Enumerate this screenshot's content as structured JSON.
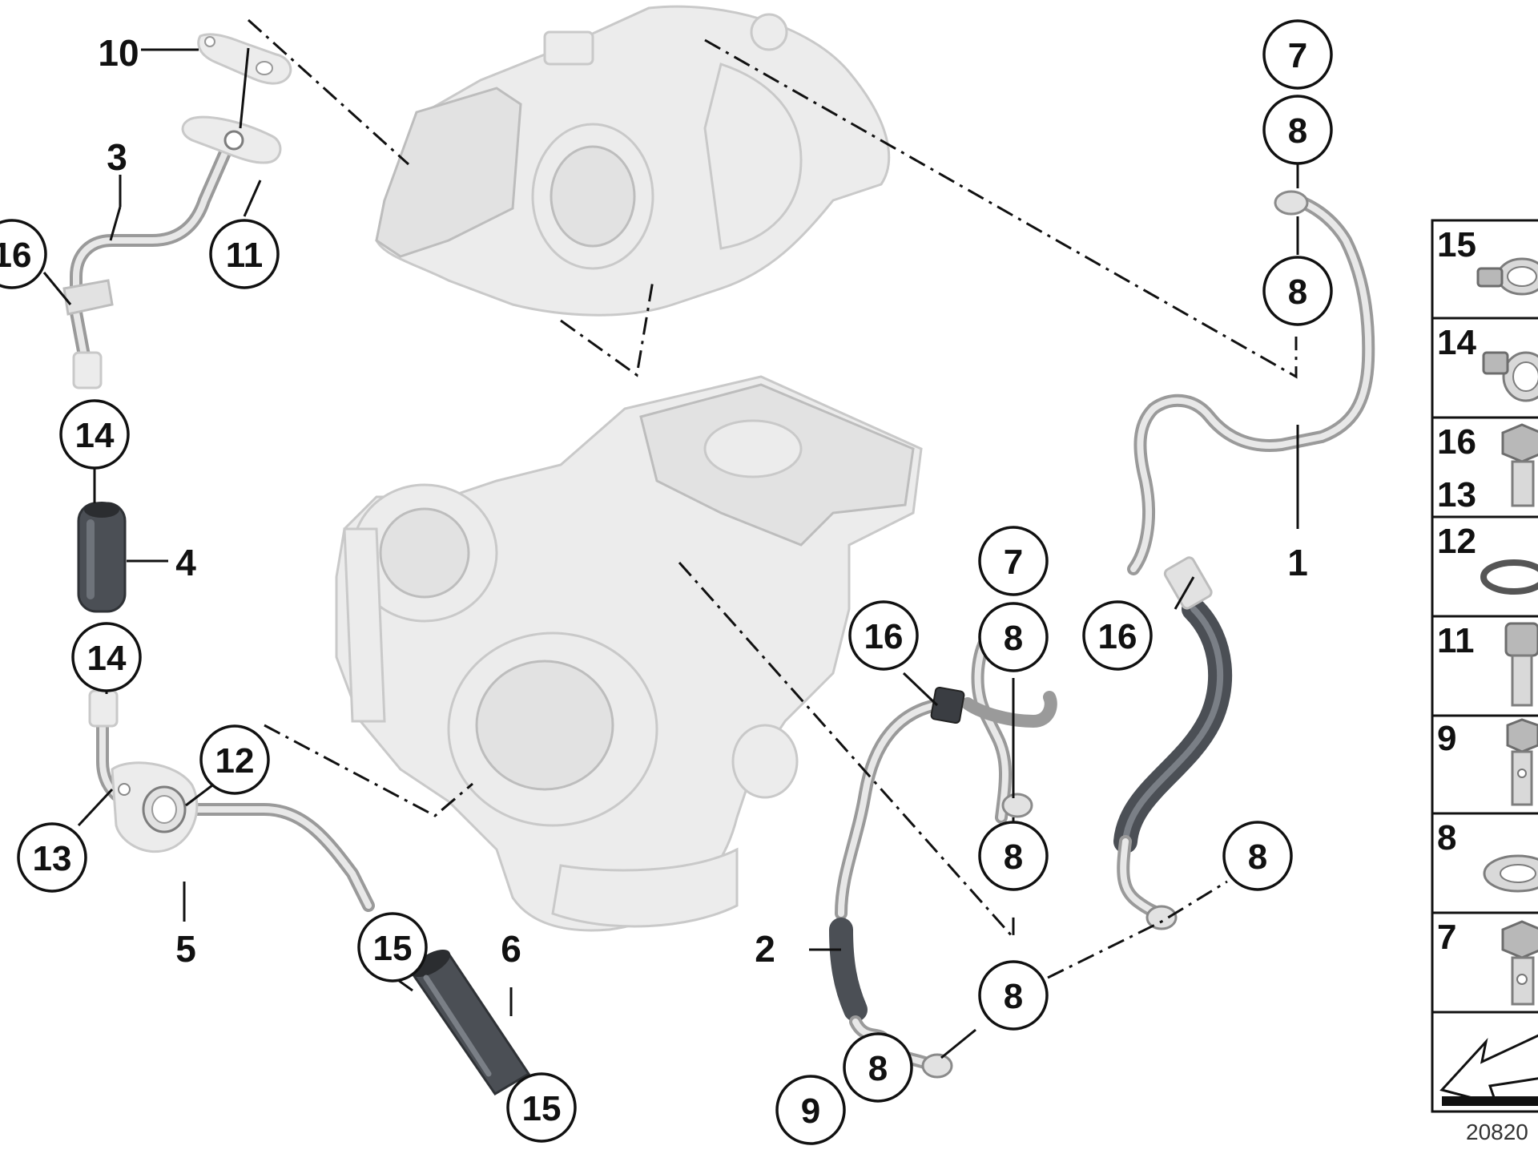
{
  "callouts": [
    {
      "id": "c7a",
      "label": "7"
    },
    {
      "id": "c8a",
      "label": "8"
    },
    {
      "id": "c8b",
      "label": "8"
    },
    {
      "id": "c16a",
      "label": "16"
    },
    {
      "id": "c11",
      "label": "11"
    },
    {
      "id": "c14a",
      "label": "14"
    },
    {
      "id": "c14b",
      "label": "14"
    },
    {
      "id": "c12",
      "label": "12"
    },
    {
      "id": "c13",
      "label": "13"
    },
    {
      "id": "c15a",
      "label": "15"
    },
    {
      "id": "c15b",
      "label": "15"
    },
    {
      "id": "c16b",
      "label": "16"
    },
    {
      "id": "c7b",
      "label": "7"
    },
    {
      "id": "c8c",
      "label": "8"
    },
    {
      "id": "c8d",
      "label": "8"
    },
    {
      "id": "c16c",
      "label": "16"
    },
    {
      "id": "c8e",
      "label": "8"
    },
    {
      "id": "c8f",
      "label": "8"
    },
    {
      "id": "c8g",
      "label": "8"
    },
    {
      "id": "c9",
      "label": "9"
    }
  ],
  "plain_labels": [
    {
      "id": "p10",
      "label": "10"
    },
    {
      "id": "p3",
      "label": "3"
    },
    {
      "id": "p4",
      "label": "4"
    },
    {
      "id": "p5",
      "label": "5"
    },
    {
      "id": "p6",
      "label": "6"
    },
    {
      "id": "p2",
      "label": "2"
    },
    {
      "id": "p1",
      "label": "1"
    }
  ],
  "parts_panel": [
    {
      "label": "15",
      "part": "hose-clamp"
    },
    {
      "label": "14",
      "part": "hose-clamp"
    },
    {
      "label": "16",
      "part": "hex-bolt",
      "label2": "13"
    },
    {
      "label": "12",
      "part": "o-ring"
    },
    {
      "label": "11",
      "part": "socket-screw"
    },
    {
      "label": "9",
      "part": "banjo-bolt"
    },
    {
      "label": "8",
      "part": "sealing-ring"
    },
    {
      "label": "7",
      "part": "banjo-bolt"
    }
  ],
  "reference_number": "20820",
  "colors": {
    "line": "#111111",
    "part_fill": "#ececec",
    "pipe": "#9a9a9a",
    "hose": "#4b4f55"
  }
}
